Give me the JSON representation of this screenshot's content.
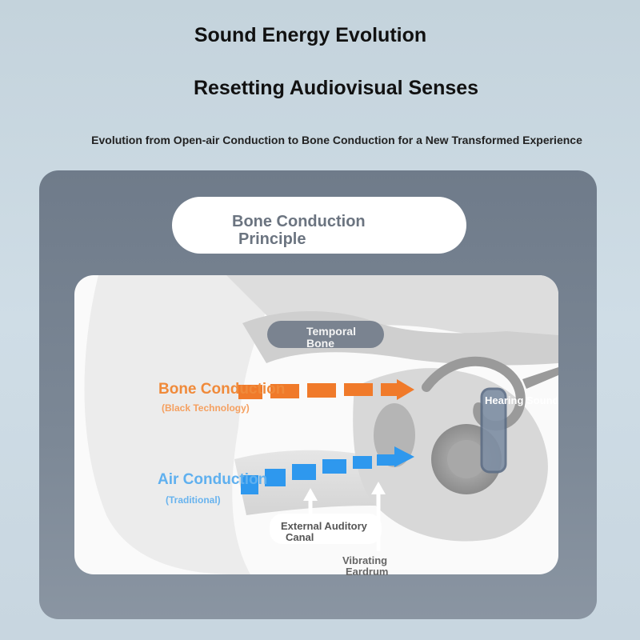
{
  "header": {
    "title": "Sound Energy Evolution",
    "subtitle_main": "Resetting Audiovisual Senses",
    "tagline": "Evolution from Open-air Conduction to Bone Conduction for a New Transformed Experience"
  },
  "card": {
    "title_line1": "Bone Conduction",
    "title_line2": "Principle"
  },
  "diagram": {
    "temporal_line1": "Temporal",
    "temporal_line2": "Bone",
    "bone_conduction": "Bone Conduction",
    "bone_conduction_sub": "(Black Technology)",
    "air_conduction": "Air Conduction",
    "air_conduction_sub": "(Traditional)",
    "hearing_sound": "Hearing Sound",
    "canal_line1": "External Auditory",
    "canal_line2": "Canal",
    "eardrum_line1": "Vibrating",
    "eardrum_line2": "Eardrum"
  },
  "colors": {
    "bone": "#f07a2a",
    "air": "#2e98ee",
    "panel": "#7a8694"
  }
}
